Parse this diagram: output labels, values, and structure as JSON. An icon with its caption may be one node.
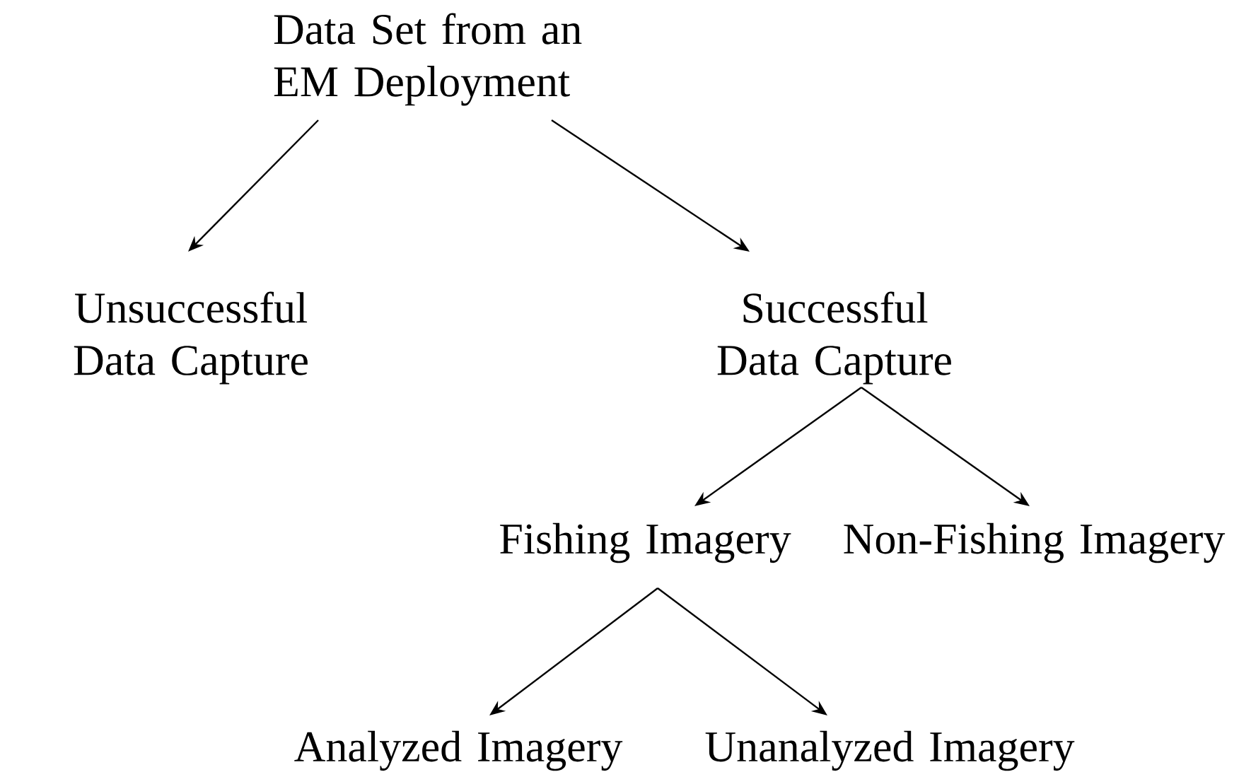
{
  "diagram": {
    "nodes": [
      {
        "text": [
          "Data Set from an EM Deployment"
        ]
      },
      {
        "text": [
          "Unsuccessful Data Capture"
        ]
      },
      {
        "text": [
          "Successful Data Capture"
        ]
      },
      {
        "text": [
          "Fishing Imagery"
        ]
      },
      {
        "text": [
          "Non-Fishing Imagery"
        ]
      },
      {
        "text": [
          "Analyzed Imagery"
        ]
      },
      {
        "text": [
          "Unanalyzed Imagery"
        ]
      }
    ],
    "edges": [
      {
        "from": 0,
        "to": 1,
        "arrow": "to"
      },
      {
        "from": 0,
        "to": 2,
        "arrow": "to"
      },
      {
        "from": 2,
        "to": 3,
        "arrow": "to"
      },
      {
        "from": 2,
        "to": 4,
        "arrow": "to"
      },
      {
        "from": 3,
        "to": 5,
        "arrow": "to"
      },
      {
        "from": 3,
        "to": 6,
        "arrow": "to"
      }
    ]
  }
}
